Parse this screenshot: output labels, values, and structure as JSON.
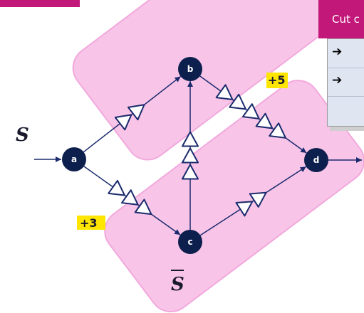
{
  "cut_card": {
    "title": "Cut c",
    "bullets": [
      {
        "icon": "arrow-right-icon",
        "glyph": "➔",
        "text": ""
      },
      {
        "icon": "arrow-right-icon",
        "glyph": "➔",
        "text": ""
      }
    ]
  },
  "graph": {
    "nodes": [
      {
        "id": "a",
        "label": "a"
      },
      {
        "id": "b",
        "label": "b"
      },
      {
        "id": "c",
        "label": "c"
      },
      {
        "id": "d",
        "label": "d"
      }
    ],
    "source_set_label": "S",
    "sink_set_label": "S",
    "sink_set_overline": true,
    "edges": [
      {
        "from": "a",
        "to": "b",
        "capacity_marks": 2
      },
      {
        "from": "a",
        "to": "c",
        "capacity_marks": 3,
        "label": "+3"
      },
      {
        "from": "b",
        "to": "d",
        "capacity_marks": 5,
        "label": "+5"
      },
      {
        "from": "c",
        "to": "b",
        "capacity_marks": 3
      },
      {
        "from": "c",
        "to": "d",
        "capacity_marks": 2
      }
    ],
    "colors": {
      "region_fill": "#f8c5e8",
      "region_stroke": "#f2a8dc",
      "node_fill": "#0d1f4d",
      "edge": "#1a2a6c",
      "label_highlight": "#ffe600",
      "accent": "#c2187a"
    }
  }
}
